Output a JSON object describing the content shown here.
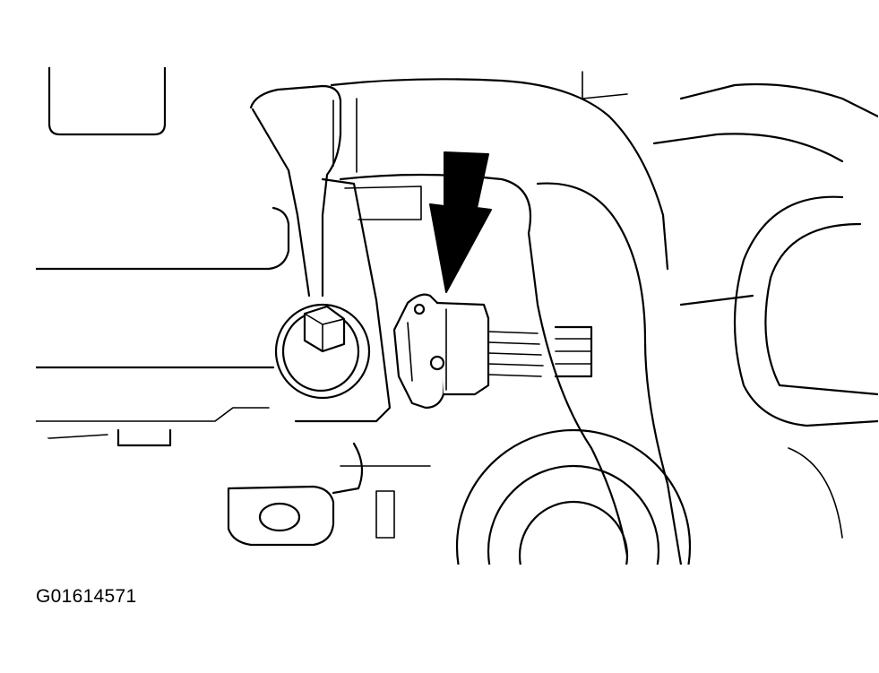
{
  "figure": {
    "id_label": "G01614571"
  },
  "colors": {
    "line": "#000000",
    "background": "#ffffff",
    "arrow": "#000000"
  },
  "callout": {
    "type": "arrow",
    "direction": "down",
    "target": "connector"
  }
}
